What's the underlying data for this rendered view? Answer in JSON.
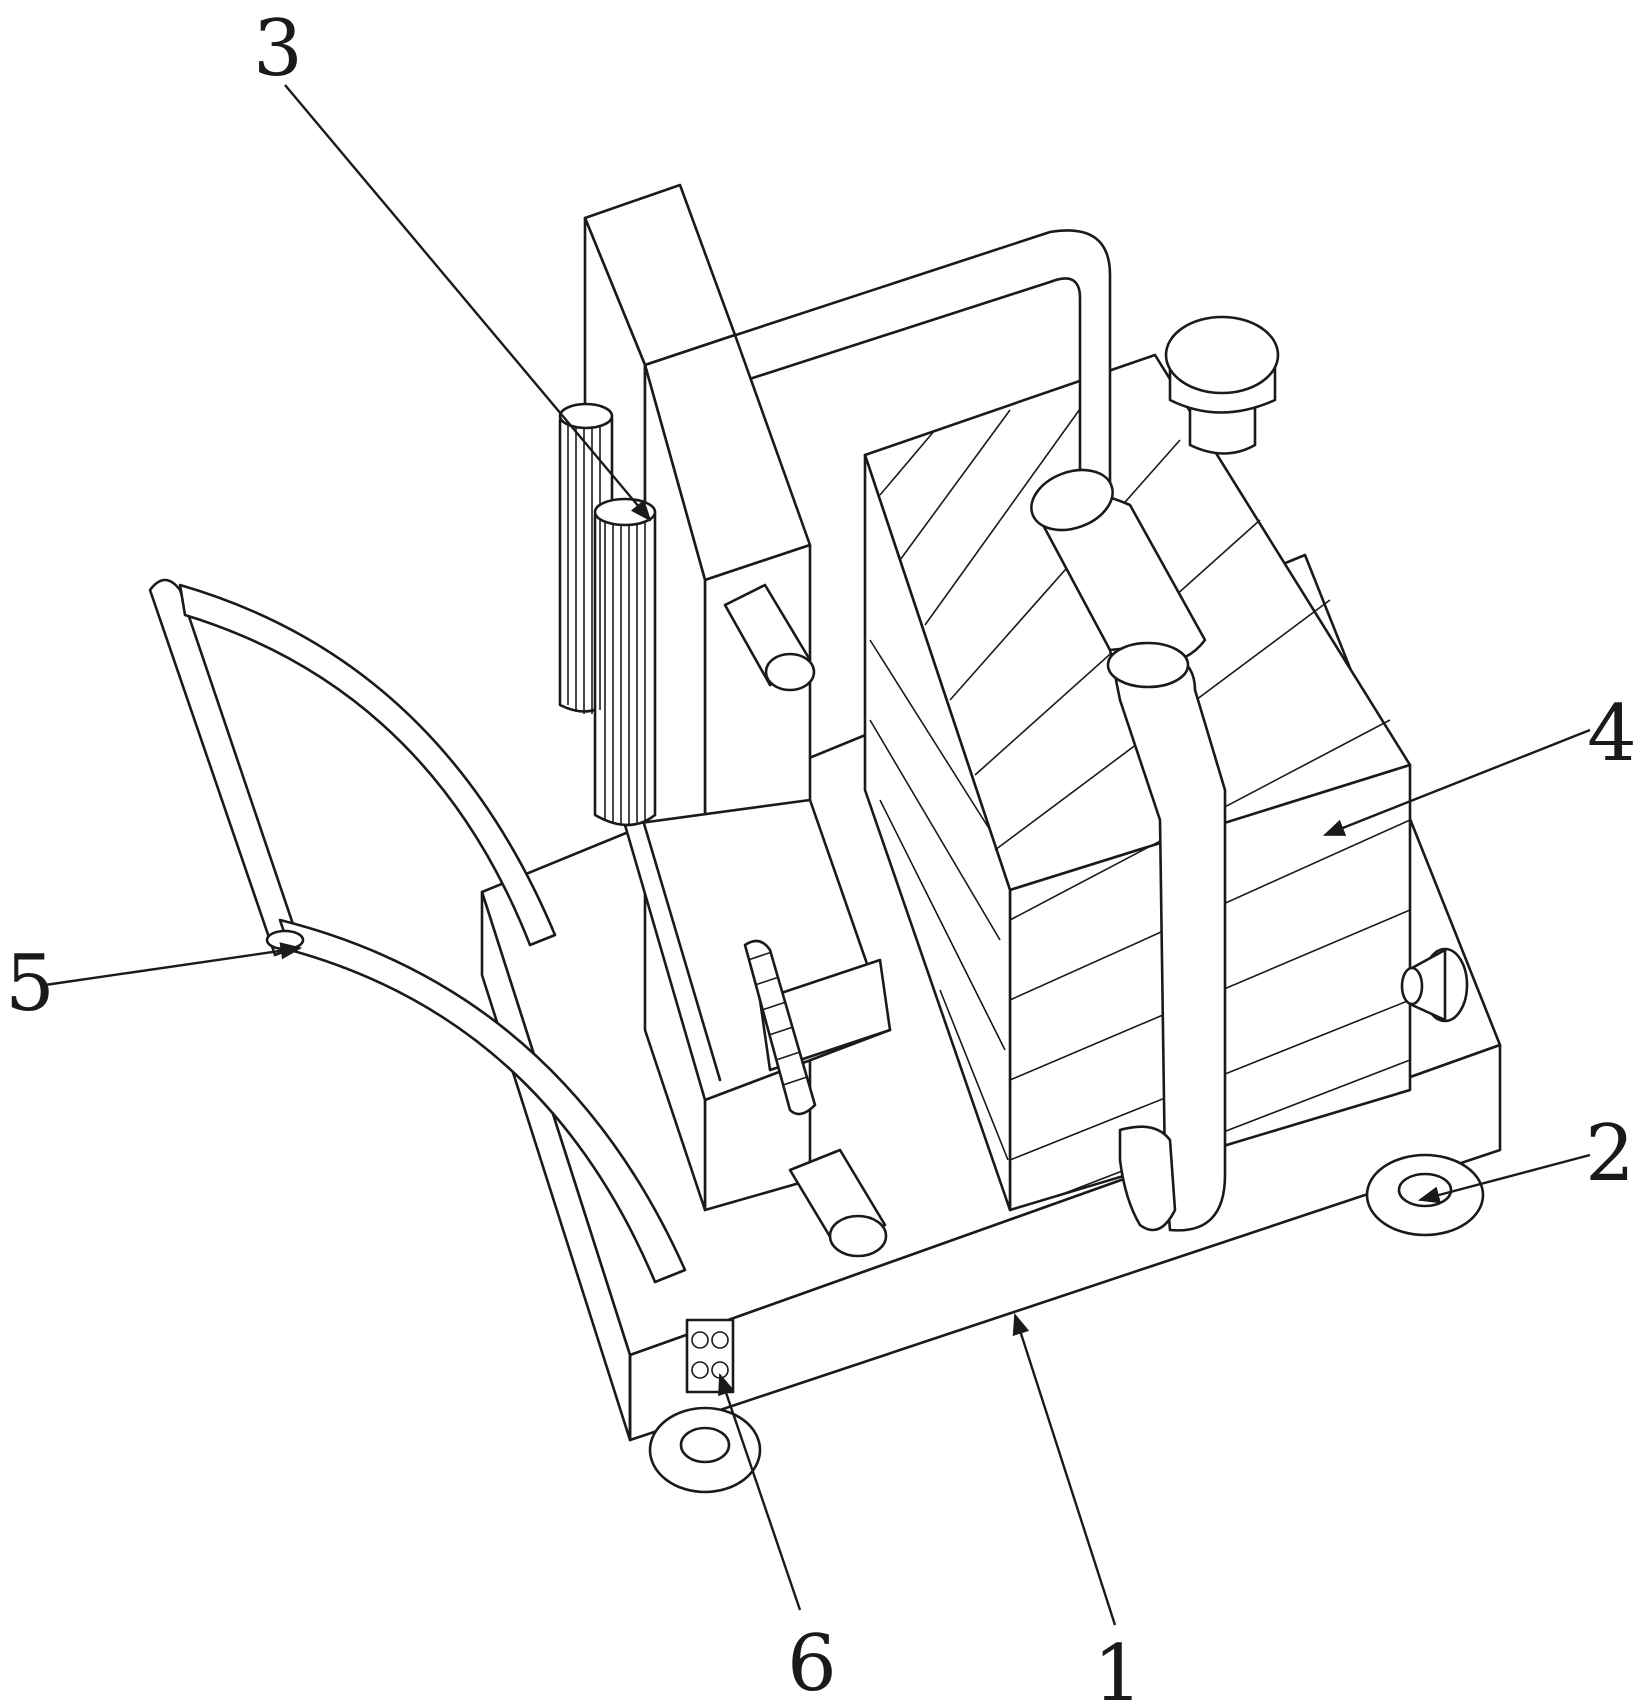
{
  "figure": {
    "colors": {
      "line": "#1a1a1a",
      "background": "#ffffff"
    }
  },
  "callouts": [
    {
      "id": "1",
      "label": "1"
    },
    {
      "id": "2",
      "label": "2"
    },
    {
      "id": "3",
      "label": "3"
    },
    {
      "id": "4",
      "label": "4"
    },
    {
      "id": "5",
      "label": "5"
    },
    {
      "id": "6",
      "label": "6"
    }
  ]
}
